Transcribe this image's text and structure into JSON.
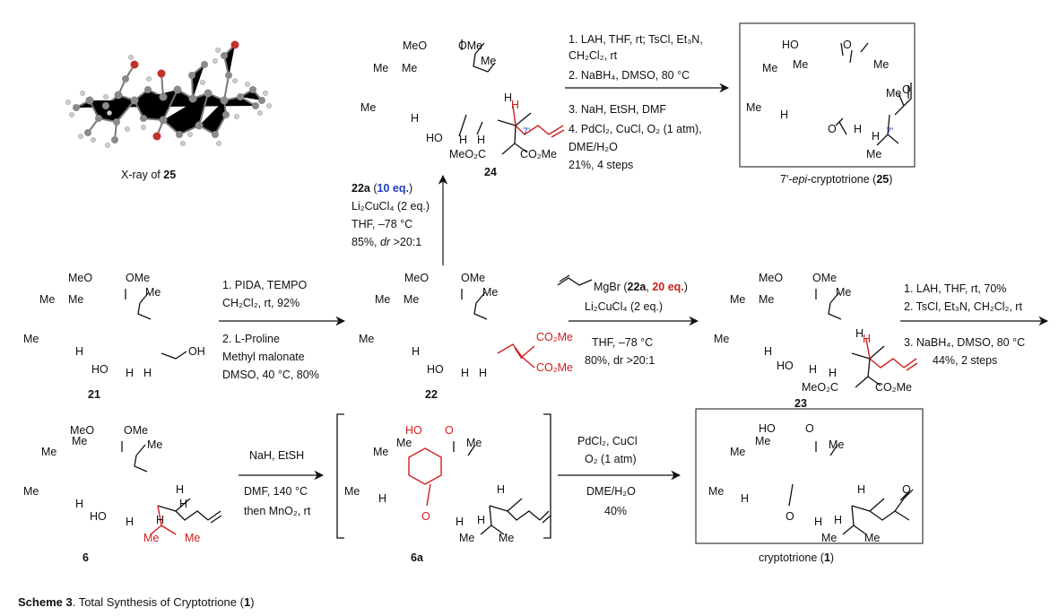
{
  "xray": {
    "caption_prefix": "X-ray of ",
    "caption_num": "25"
  },
  "compounds": {
    "c24": {
      "label": "24"
    },
    "c25": {
      "prefix": "7'-",
      "epi": "epi",
      "suffix": "-cryptotrione (",
      "num": "25",
      "close": ")"
    },
    "c21": {
      "label": "21"
    },
    "c22": {
      "label": "22"
    },
    "c23": {
      "label": "23"
    },
    "c6": {
      "label": "6"
    },
    "c6a": {
      "label": "6a"
    },
    "c1": {
      "prefix": "cryptotrione (",
      "num": "1",
      "close": ")"
    }
  },
  "conditions": {
    "top_right": [
      "1. LAH, THF, rt; TsCl, Et₃N,",
      "CH₂Cl₂, rt",
      "2. NaBH₄, DMSO, 80 °C",
      "3. NaH, EtSH, DMF",
      "4. PdCl₂, CuCl, O₂ (1 atm),",
      "DME/H₂O",
      "21%, 4 steps"
    ],
    "vertical": {
      "reagent_num": "22a",
      "reagent_eq": "10 eq.",
      "lines": [
        "Li₂CuCl₄ (2 eq.)",
        "THF, –78 °C"
      ],
      "yield": "85%, ",
      "dr_i": "dr",
      "dr_val": " >20:1"
    },
    "step_21_22": [
      "1. PIDA, TEMPO",
      "CH₂Cl₂, rt, 92%",
      "2. L-Proline",
      "Methyl malonate",
      "DMSO, 40 °C, 80%"
    ],
    "step_22_23": {
      "grignard": "MgBr (",
      "num": "22a",
      "eq": "20 eq.",
      "close": ")",
      "lines": [
        "Li₂CuCl₄ (2 eq.)",
        "THF, –78 °C",
        "80%, dr >20:1"
      ]
    },
    "step_23_6": [
      "1. LAH, THF, rt, 70%",
      "2. TsCl, Et₃N, CH₂Cl₂, rt",
      "3. NaBH₄, DMSO, 80 °C",
      "44%, 2 steps"
    ],
    "step_6_6a": [
      "NaH, EtSH",
      "DMF, 140 °C",
      "then MnO₂, rt"
    ],
    "step_6a_1": [
      "PdCl₂, CuCl",
      "O₂ (1 atm)",
      "DME/H₂O",
      "40%"
    ]
  },
  "atoms": {
    "MeO": "MeO",
    "OMe": "OMe",
    "Me": "Me",
    "H": "H",
    "HO": "HO",
    "OH": "OH",
    "O": "O",
    "CO2Me": "CO₂Me",
    "MeO2C": "MeO₂C",
    "pos7": "7'"
  },
  "scheme": {
    "bold": "Scheme 3",
    "text": ". Total Synthesis of Cryptotrione (",
    "num": "1",
    "close": ")"
  }
}
